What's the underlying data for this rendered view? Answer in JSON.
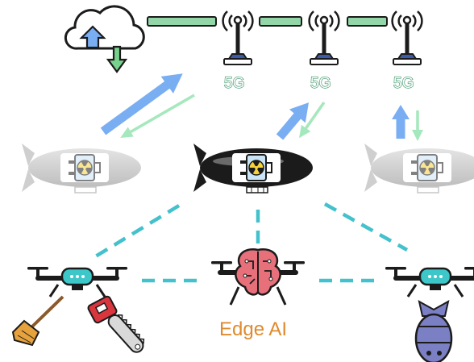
{
  "labels": {
    "tower_1": "5G",
    "tower_2": "5G",
    "tower_3": "5G",
    "edge_ai": "Edge AI"
  },
  "colors": {
    "backhaul_link": "#93d7a9",
    "uplink_arrow": "#7aaef2",
    "downlink_arrow": "#a6e8bd",
    "wireless_link": "#43c1cc",
    "tower_label": "#2f8f62",
    "edge_ai_label": "#e08a2c",
    "drone_body": "#3ec7c9",
    "brain": "#e8707a",
    "airship_battery": "#c9e3f7"
  },
  "icons": {
    "cloud": "cloud-upload-download-icon",
    "tower": "antenna-tower-icon",
    "airship": "airship-icon",
    "battery": "nuclear-battery-icon",
    "drone": "drone-icon",
    "brain": "brain-ai-icon",
    "broom": "broom-icon",
    "chainsaw": "chainsaw-icon",
    "bomb": "bomb-icon"
  }
}
